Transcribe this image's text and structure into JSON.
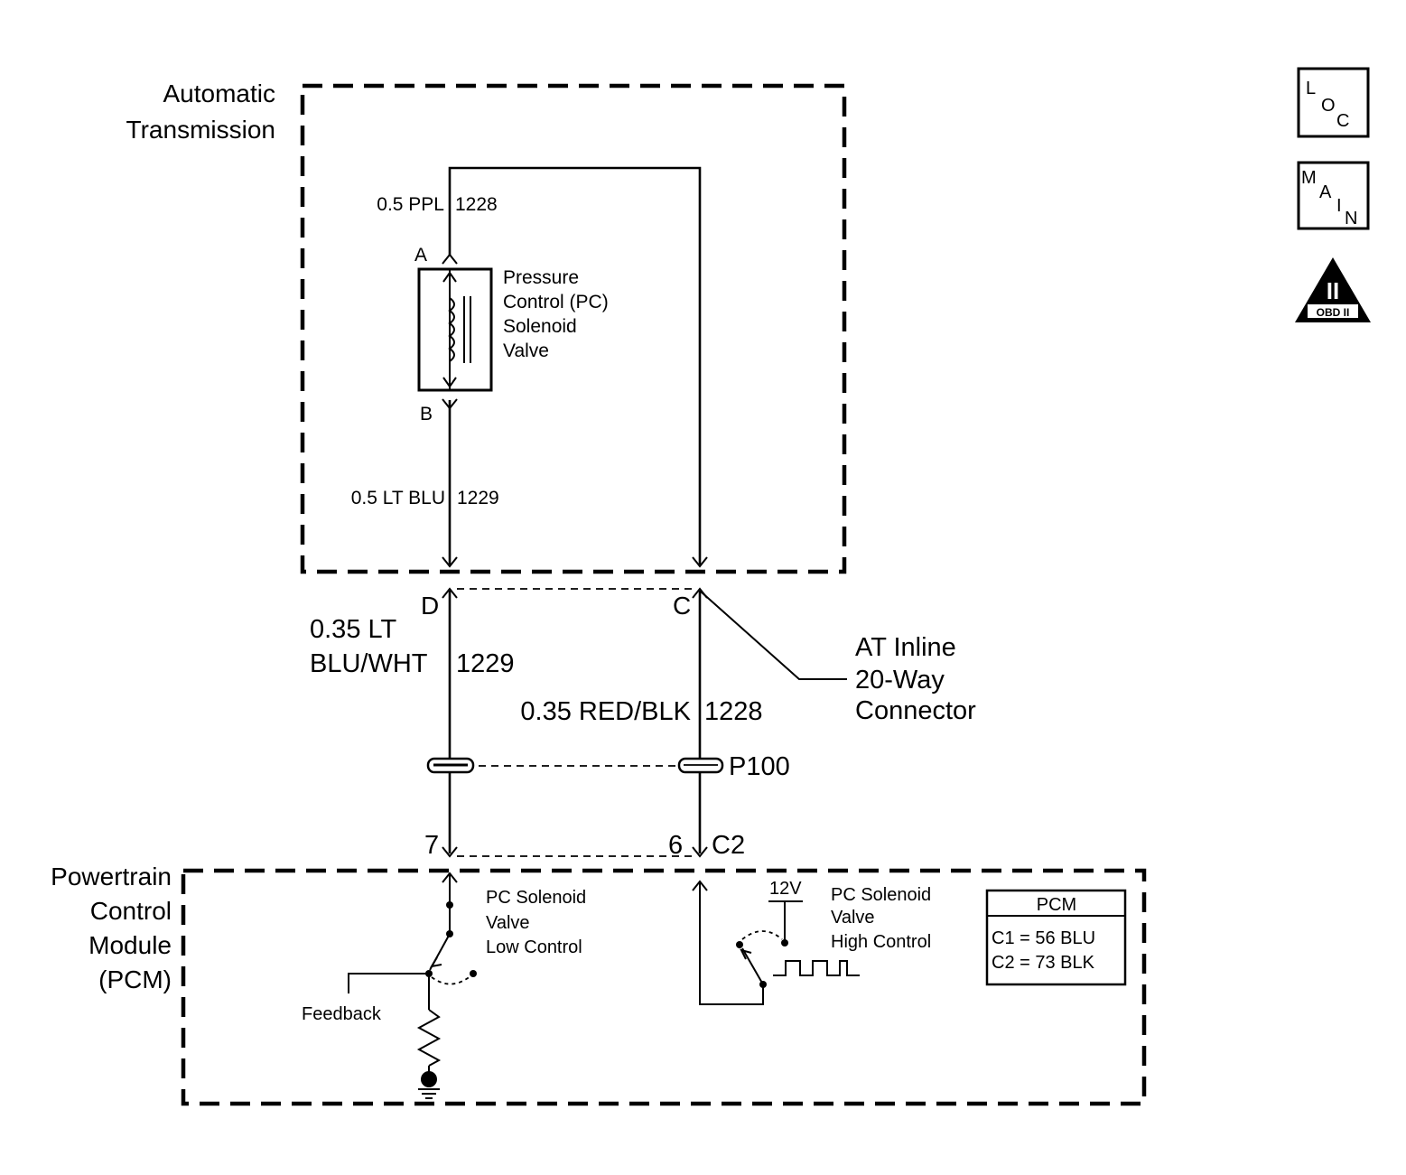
{
  "modules": {
    "transmission_label": [
      "Automatic",
      "Transmission"
    ],
    "pcm_label": [
      "Powertrain",
      "Control",
      "Module",
      "(PCM)"
    ]
  },
  "wires": {
    "ppl_gauge_color": "0.5 PPL",
    "ppl_circuit": "1228",
    "ltblu_gauge_color": "0.5 LT BLU",
    "ltblu_circuit": "1229",
    "left_harness_line1": "0.35 LT",
    "left_harness_line2": "BLU/WHT",
    "left_harness_circuit": "1229",
    "right_harness": "0.35 RED/BLK",
    "right_harness_circuit": "1228"
  },
  "solenoid": {
    "terminal_a": "A",
    "terminal_b": "B",
    "label": [
      "Pressure",
      "Control (PC)",
      "Solenoid",
      "Valve"
    ]
  },
  "connectors": {
    "pin_d": "D",
    "pin_c": "C",
    "inline_label": [
      "AT Inline",
      "20-Way",
      "Connector"
    ],
    "pass_through": "P100",
    "pcm_pin_7": "7",
    "pcm_pin_6": "6",
    "pcm_connector": "C2"
  },
  "pcm_internal": {
    "low_control": [
      "PC Solenoid",
      "Valve",
      "Low Control"
    ],
    "high_control": [
      "PC Solenoid",
      "Valve",
      "High Control"
    ],
    "supply": "12V",
    "feedback": "Feedback"
  },
  "pcm_table": {
    "header": "PCM",
    "rows": [
      "C1 = 56 BLU",
      "C2 = 73 BLK"
    ]
  },
  "side_icons": {
    "loc": [
      "L",
      "O",
      "C"
    ],
    "main": [
      "M",
      "A",
      "I",
      "N"
    ],
    "obd_numeral": "II",
    "obd_label": "OBD II"
  }
}
